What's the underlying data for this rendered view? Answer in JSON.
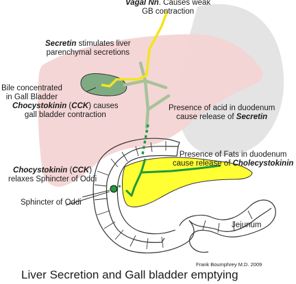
{
  "colors": {
    "liver": "#f4d4d4",
    "stomach": "#e4e4e4",
    "gallbladder": "#7fab83",
    "duct": "#a8c29a",
    "pancreas": "#ffff33",
    "vagal_nerve": "#f2e51d",
    "cck_signal": "#1f9a3f",
    "outline": "#333333"
  },
  "labels": {
    "vagal": {
      "bold": "Vagal Nn",
      "rest": ". Causes weak",
      "line2": "GB contraction"
    },
    "secretin_liver": {
      "bold": "Secretin",
      "rest": " stimulates liver",
      "line2": "parenchymal secretions"
    },
    "bile": {
      "line1": "Bile concentrated",
      "line2": "in Gall Bladder"
    },
    "cck_gb": {
      "bold1": "Chocystokinin",
      "mid": " (",
      "bold2": "CCK",
      "rest": ") causes",
      "line2": "gall bladder contraction"
    },
    "acid": {
      "line1": "Presence of acid in duodenum",
      "pre": "cause release of ",
      "bold": "Secretin"
    },
    "fats": {
      "line1": "Presence of Fats in duodenum",
      "pre": "cause release of ",
      "bold": "Cholecystokinin"
    },
    "cck_sphincter": {
      "bold1": "Chocystokinin",
      "mid": " (",
      "bold2": "CCK",
      "rest": ")",
      "line2": "relaxes Sphincter of Oddi"
    },
    "sphincter": "Sphincter of Oddi",
    "jejunum": "Jejunum",
    "credit": "Frank Boumphrey M.D. 2009",
    "title": "Liver Secretion and Gall bladder emptying"
  }
}
